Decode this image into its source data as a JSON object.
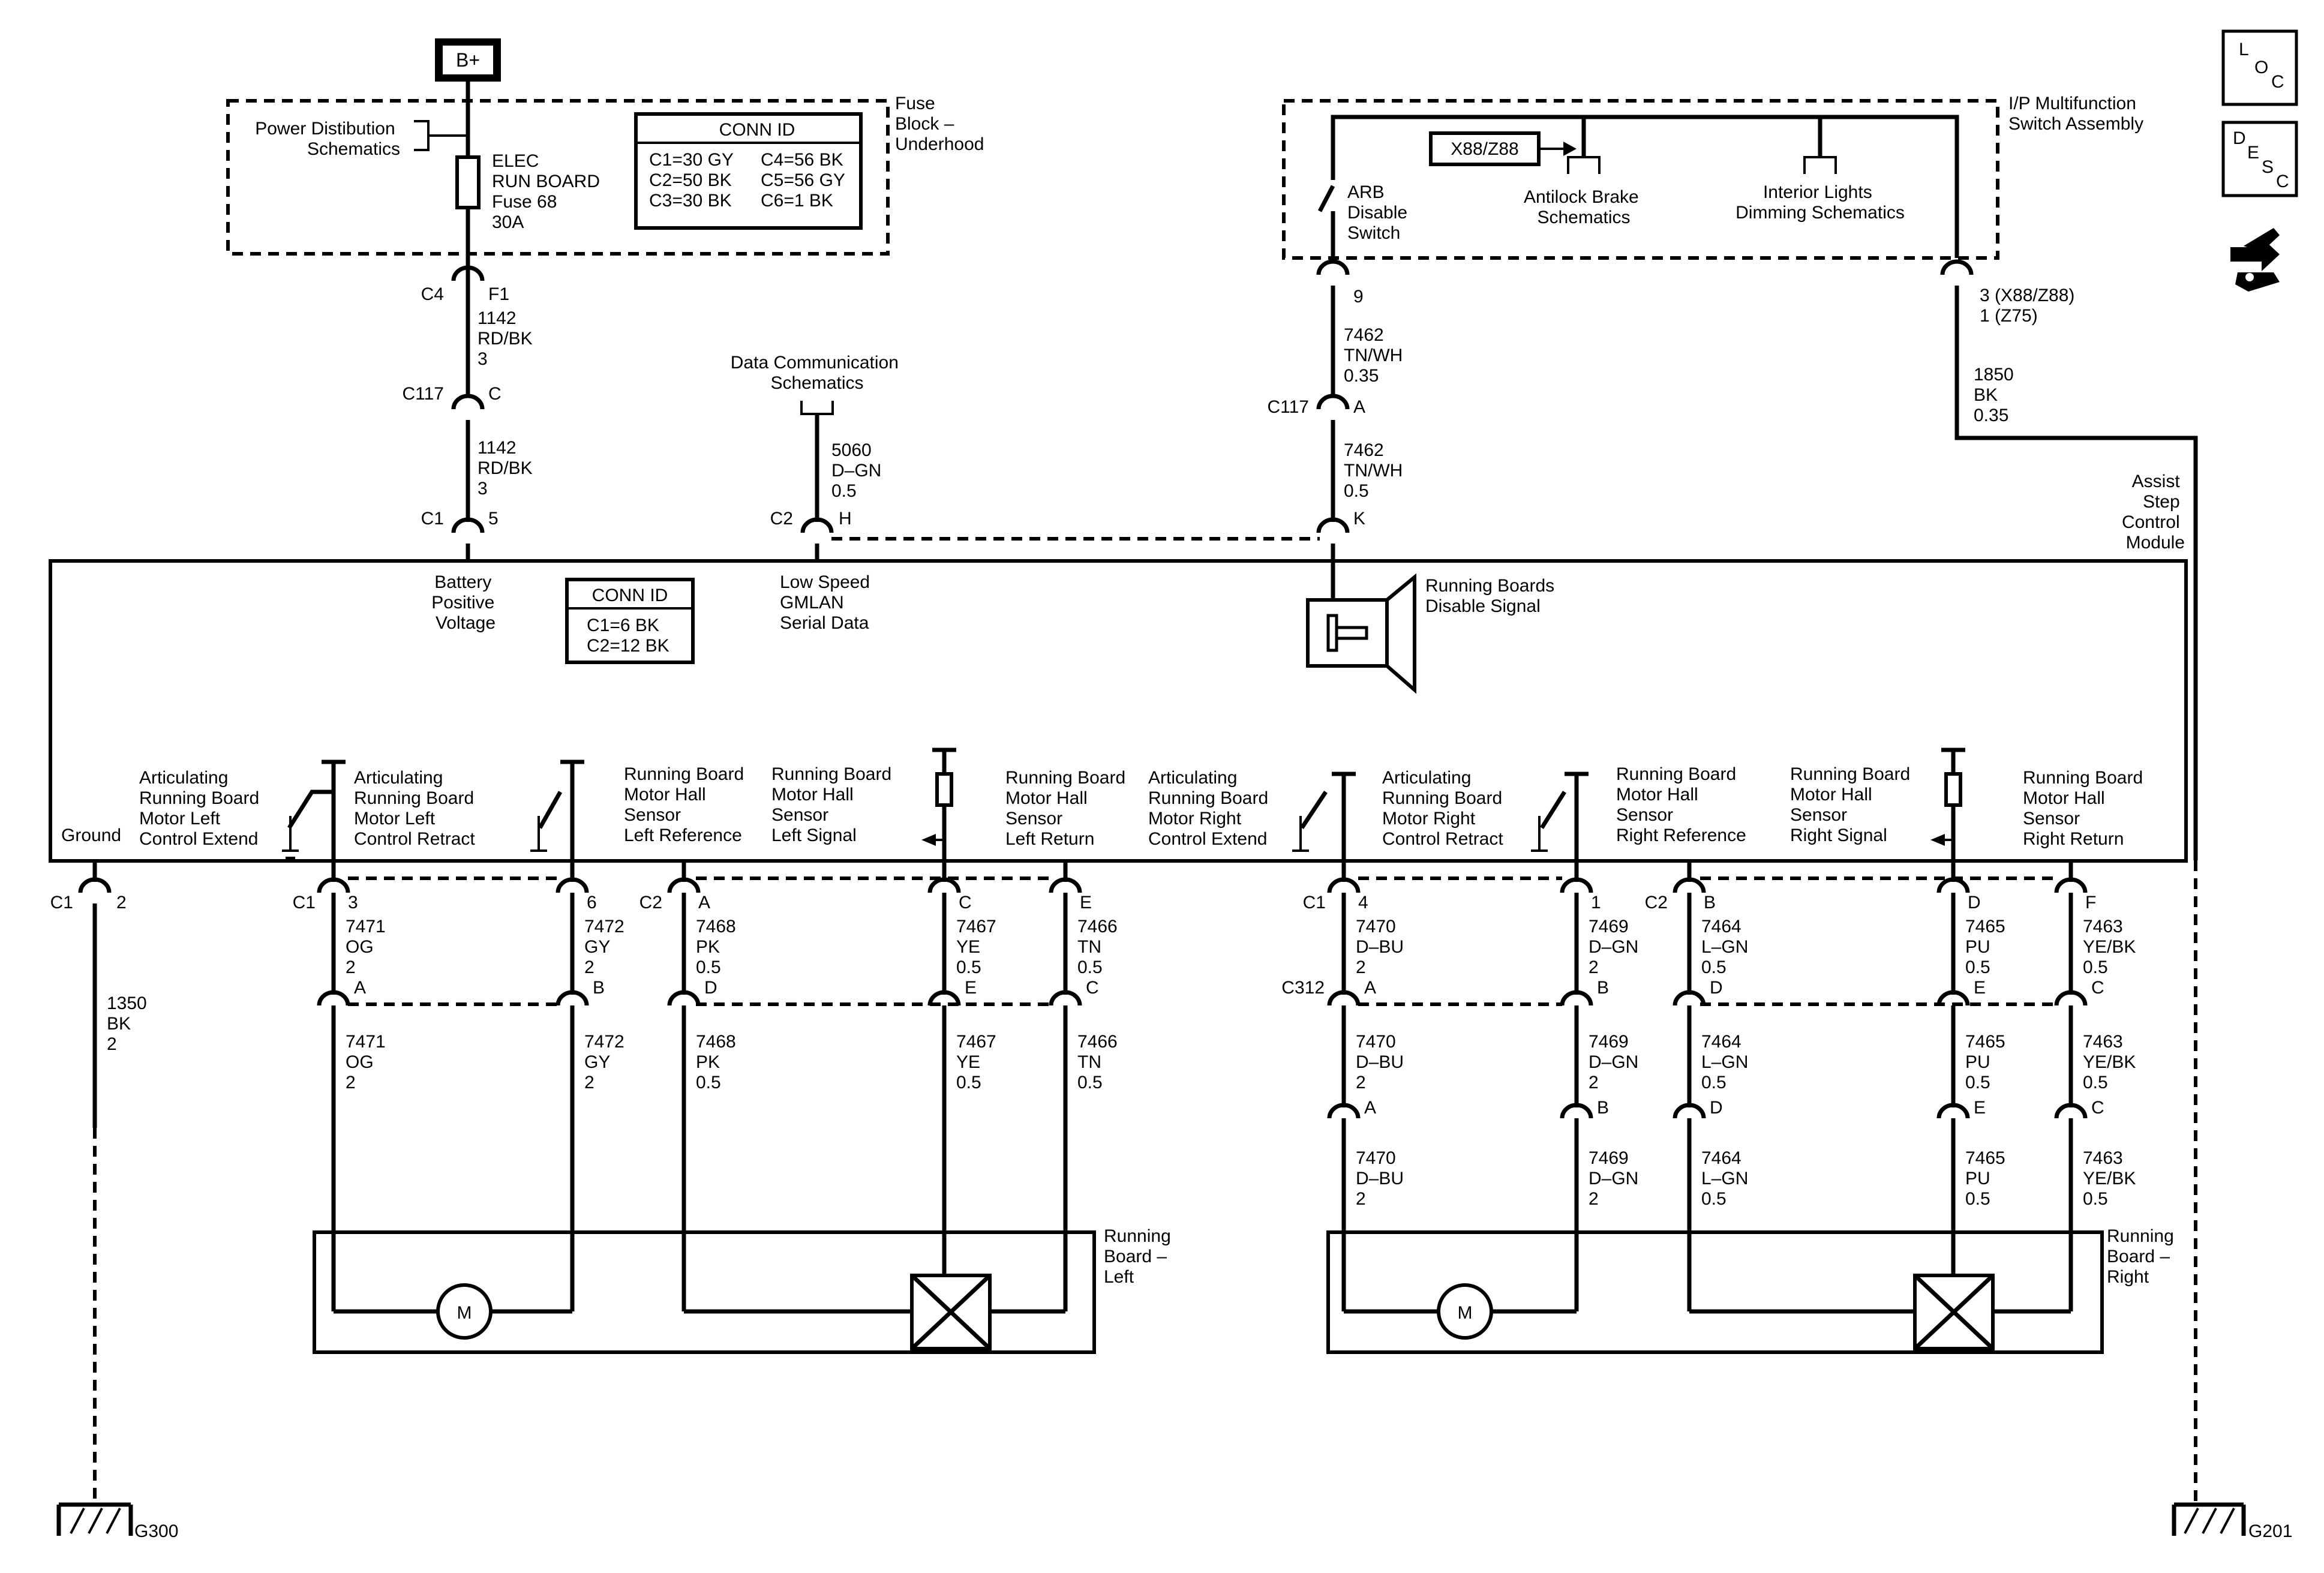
{
  "power": {
    "battery": "B+",
    "fuse_block": [
      "Fuse",
      "Block –",
      "Underhood"
    ],
    "power_dist": [
      "Power Distibution",
      "Schematics"
    ],
    "fuse": [
      "ELEC",
      "RUN BOARD",
      "Fuse 68",
      "30A"
    ],
    "conn_id_title": "CONN ID",
    "conn_id_left": [
      "C1=30 GY",
      "C2=50 BK",
      "C3=30 BK"
    ],
    "conn_id_right": [
      "C4=56 BK",
      "C5=56 GY",
      "C6=1 BK"
    ]
  },
  "fuse_out": {
    "connector": "C4",
    "pin": "F1",
    "wire1": [
      "1142",
      "RD/BK",
      "3"
    ],
    "c117": "C117",
    "c117_pin": "C",
    "wire2": [
      "1142",
      "RD/BK",
      "3"
    ],
    "c1": "C1",
    "c1_pin": "5"
  },
  "data_comm": {
    "title": [
      "Data Communication",
      "Schematics"
    ],
    "wire": [
      "5060",
      "D–GN",
      "0.5"
    ],
    "connector": "C2",
    "pin": "H"
  },
  "switch_assy": {
    "title": [
      "I/P Multifunction",
      "Switch Assembly"
    ],
    "arb": [
      "ARB",
      "Disable",
      "Switch"
    ],
    "option_box": "X88/Z88",
    "antilock": [
      "Antilock Brake",
      "Schematics"
    ],
    "interior": [
      "Interior Lights",
      "Dimming Schematics"
    ],
    "pin9": "9",
    "wire1": [
      "7462",
      "TN/WH",
      "0.35"
    ],
    "c117": "C117",
    "c117_pin": "A",
    "wire2": [
      "7462",
      "TN/WH",
      "0.5"
    ],
    "k_pin": "K",
    "ground_pin": [
      "3 (X88/Z88)",
      "1 (Z75)"
    ],
    "ground_wire": [
      "1850",
      "BK",
      "0.35"
    ]
  },
  "module": {
    "title": [
      "Assist",
      "Step",
      "Control",
      "Module"
    ],
    "conn_id_title": "CONN ID",
    "conn_id": [
      "C1=6 BK",
      "C2=12 BK"
    ],
    "battery_label": [
      "Battery",
      "Positive",
      "Voltage"
    ],
    "gmlan_label": [
      "Low Speed",
      "GMLAN",
      "Serial Data"
    ],
    "disable_signal": [
      "Running Boards",
      "Disable Signal"
    ],
    "ground_label": "Ground",
    "functions": [
      [
        "Articulating",
        "Running Board",
        "Motor Left",
        "Control Extend"
      ],
      [
        "Articulating",
        "Running Board",
        "Motor Left",
        "Control Retract"
      ],
      [
        "Running Board",
        "Motor Hall",
        "Sensor",
        "Left Reference"
      ],
      [
        "Running Board",
        "Motor Hall",
        "Sensor",
        "Left Signal"
      ],
      [
        "Running Board",
        "Motor Hall",
        "Sensor",
        "Left Return"
      ],
      [
        "Articulating",
        "Running Board",
        "Motor Right",
        "Control Extend"
      ],
      [
        "Articulating",
        "Running Board",
        "Motor Right",
        "Control Retract"
      ],
      [
        "Running Board",
        "Motor Hall",
        "Sensor",
        "Right Reference"
      ],
      [
        "Running Board",
        "Motor Hall",
        "Sensor",
        "Right Signal"
      ],
      [
        "Running Board",
        "Motor Hall",
        "Sensor",
        "Right Return"
      ]
    ]
  },
  "ground_wire": {
    "connector": "C1",
    "pin": "2",
    "wire": [
      "1350",
      "BK",
      "2"
    ],
    "g300": "G300",
    "g201": "G201"
  },
  "connectors": {
    "left_c1": "C1",
    "left_c2": "C2",
    "right_c1": "C1",
    "right_c2": "C2",
    "c312": "C312"
  },
  "left_circuits": [
    {
      "top_pin": "3",
      "wire_top": [
        "7471",
        "OG",
        "2"
      ],
      "mid_pin": "A",
      "wire_bot": [
        "7471",
        "OG",
        "2"
      ]
    },
    {
      "top_pin": "6",
      "wire_top": [
        "7472",
        "GY",
        "2"
      ],
      "mid_pin": "B",
      "wire_bot": [
        "7472",
        "GY",
        "2"
      ]
    },
    {
      "top_pin": "A",
      "wire_top": [
        "7468",
        "PK",
        "0.5"
      ],
      "mid_pin": "D",
      "wire_bot": [
        "7468",
        "PK",
        "0.5"
      ]
    },
    {
      "top_pin": "C",
      "wire_top": [
        "7467",
        "YE",
        "0.5"
      ],
      "mid_pin": "E",
      "wire_bot": [
        "7467",
        "YE",
        "0.5"
      ]
    },
    {
      "top_pin": "E",
      "wire_top": [
        "7466",
        "TN",
        "0.5"
      ],
      "mid_pin": "C",
      "wire_bot": [
        "7466",
        "TN",
        "0.5"
      ]
    }
  ],
  "right_circuits": [
    {
      "top_pin": "4",
      "wire_top": [
        "7470",
        "D–BU",
        "2"
      ],
      "mid_pin": "A",
      "wire_mid": [
        "7470",
        "D–BU",
        "2"
      ],
      "bot_pin": "A",
      "wire_bot": [
        "7470",
        "D–BU",
        "2"
      ]
    },
    {
      "top_pin": "1",
      "wire_top": [
        "7469",
        "D–GN",
        "2"
      ],
      "mid_pin": "B",
      "wire_mid": [
        "7469",
        "D–GN",
        "2"
      ],
      "bot_pin": "B",
      "wire_bot": [
        "7469",
        "D–GN",
        "2"
      ]
    },
    {
      "top_pin": "B",
      "wire_top": [
        "7464",
        "L–GN",
        "0.5"
      ],
      "mid_pin": "D",
      "wire_mid": [
        "7464",
        "L–GN",
        "0.5"
      ],
      "bot_pin": "D",
      "wire_bot": [
        "7464",
        "L–GN",
        "0.5"
      ]
    },
    {
      "top_pin": "D",
      "wire_top": [
        "7465",
        "PU",
        "0.5"
      ],
      "mid_pin": "E",
      "wire_mid": [
        "7465",
        "PU",
        "0.5"
      ],
      "bot_pin": "E",
      "wire_bot": [
        "7465",
        "PU",
        "0.5"
      ]
    },
    {
      "top_pin": "F",
      "wire_top": [
        "7463",
        "YE/BK",
        "0.5"
      ],
      "mid_pin": "C",
      "wire_mid": [
        "7463",
        "YE/BK",
        "0.5"
      ],
      "bot_pin": "C",
      "wire_bot": [
        "7463",
        "YE/BK",
        "0.5"
      ]
    }
  ],
  "components": {
    "left": [
      "Running",
      "Board –",
      "Left"
    ],
    "right": [
      "Running",
      "Board –",
      "Right"
    ],
    "motor": "M"
  },
  "icons": {
    "loc": [
      "L",
      "O",
      "C"
    ],
    "desc": [
      "D",
      "E",
      "S",
      "C"
    ]
  }
}
